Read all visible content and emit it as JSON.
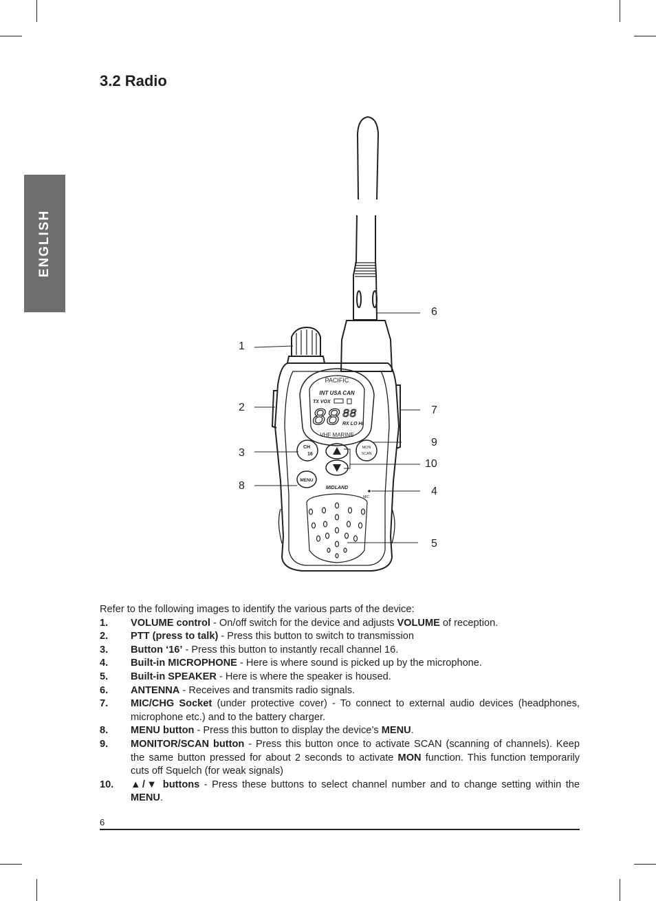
{
  "side_tab": {
    "label": "ENGLISH"
  },
  "section": {
    "title": "3.2 Radio"
  },
  "figure": {
    "display": {
      "brand_top": "PACIFIC",
      "regions": "INT USA CAN",
      "tx_vox": "TX VOX",
      "digits": "88",
      "small_digits": "88",
      "rx_lo_hi": "RX LO HI",
      "brand_bottom": "VHF MARINE"
    },
    "buttons": {
      "ch_top": "CH",
      "ch_bottom": "16",
      "mon": "MON",
      "scan": "SCAN",
      "menu": "MENU"
    },
    "logo": "MIDLAND",
    "mic_label": "MIC",
    "callouts": [
      "1",
      "2",
      "3",
      "8",
      "6",
      "7",
      "9",
      "10",
      "4",
      "5"
    ]
  },
  "intro": "Refer to the following images to identify the various parts of the device:",
  "items": [
    {
      "num": "1.",
      "term": "VOLUME control",
      "rest": " - On/off switch for the device and adjusts ",
      "bold2": "VOLUME",
      "rest2": " of reception."
    },
    {
      "num": "2.",
      "term": "PTT (press to talk)",
      "rest": " - Press this button to switch to transmission"
    },
    {
      "num": "3.",
      "term": "Button ‘16’",
      "rest": " - Press this button to instantly recall channel 16."
    },
    {
      "num": "4.",
      "term": "Built-in MICROPHONE",
      "rest": " - Here is where sound is picked up by the microphone."
    },
    {
      "num": "5.",
      "term": "Built-in SPEAKER",
      "rest": " - Here is where the speaker is housed."
    },
    {
      "num": "6.",
      "term": "ANTENNA",
      "rest": " - Receives and transmits radio signals."
    },
    {
      "num": "7.",
      "term": "MIC/CHG Socket",
      "rest": " (under protective cover) - To connect to external audio devices (headphones, microphone etc.) and to the battery charger."
    },
    {
      "num": "8.",
      "term": "MENU button",
      "rest": " - Press this button to display the device’s ",
      "bold2": "MENU",
      "rest2": "."
    },
    {
      "num": "9.",
      "term": "MONITOR/SCAN button",
      "rest": " - Press this button once to activate SCAN (scanning of channels). Keep the same button pressed for about 2 seconds to activate ",
      "bold2": "MON",
      "rest2": " function. This function temporarily cuts off Squelch (for weak signals)"
    },
    {
      "num": "10.",
      "term": "▲/▼ buttons",
      "rest": " - Press these buttons to select channel number and to change setting within the ",
      "bold2": "MENU",
      "rest2": "."
    }
  ],
  "page_number": "6"
}
